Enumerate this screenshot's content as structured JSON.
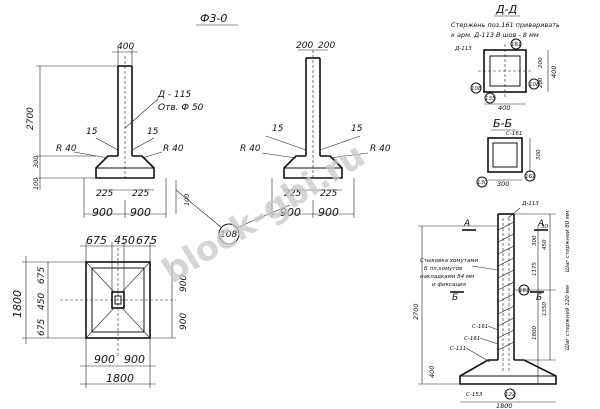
{
  "drawing": {
    "title": "Ф3-0",
    "watermark": "block-gbi.ru",
    "mark_108": "108",
    "front_view": {
      "col_width": "400",
      "height": "2700",
      "h_300": "300",
      "h_100": "100",
      "d_15a": "15",
      "d_15b": "15",
      "r40_left": "R 40",
      "r40_right": "R 40",
      "d115": "Д - 115",
      "hole": "Отв. Ф 50",
      "d225a": "225",
      "d225b": "225",
      "d900a": "900",
      "d900b": "900",
      "h100_right": "100"
    },
    "side_view": {
      "d200a": "200",
      "d200b": "200",
      "d_15a": "15",
      "d_15b": "15",
      "r40_left": "R 40",
      "r40_right": "R 40",
      "d225a": "225",
      "d225b": "225",
      "d900a": "900",
      "d900b": "900"
    },
    "plan_view": {
      "d675a": "675",
      "d450": "450",
      "d675b": "675",
      "left_total": "1800",
      "left_a": "675",
      "left_b": "450",
      "left_c": "675",
      "right_a": "900",
      "right_b": "900",
      "bot_a": "900",
      "bot_b": "900",
      "bot_total": "1800"
    },
    "section_dd": {
      "title": "Д-Д",
      "note1": "Стержень поз.161 приваривать",
      "note2": "к арм. Д-113      В шов - 8 мм",
      "label_d113": "Д-113",
      "m1": "108",
      "m2": "161",
      "m3": "135",
      "m4": "108",
      "w400": "400",
      "h400": "400",
      "s200a": "200",
      "s200b": "200"
    },
    "section_bb": {
      "title": "Б-Б",
      "c161": "С-161",
      "w300": "300",
      "h300": "300",
      "m1": "130",
      "m2": "161"
    },
    "section_long": {
      "label_a": "А",
      "label_a2": "А",
      "label_b": "Б",
      "label_b2": "Б",
      "d113": "Д-113",
      "note1": "Стыковка хомутами",
      "note2": "Б пл.хомутов",
      "note3": "накладками 84 мм",
      "note4": "и фиксация",
      "h2700": "2700",
      "h300": "300",
      "h1175": "1175",
      "h1350": "1350",
      "h1800": "1800",
      "h400": "400",
      "h450": "450",
      "p30": "30",
      "p161": "161",
      "step1": "Шаг стержней 80 мм",
      "step2": "Шаг стержней 120 мм",
      "c161a": "С-161",
      "c161b": "С-161",
      "c111": "С-111",
      "c150": "С-153",
      "m122": "122",
      "w1800": "1800"
    }
  }
}
